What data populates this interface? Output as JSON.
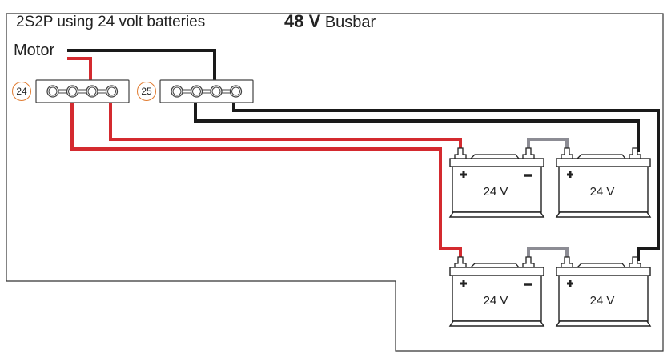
{
  "title": "2S2P using 24 volt batteries",
  "busbar_heading": {
    "voltage": "48 V",
    "label": "Busbar"
  },
  "motor_label": "Motor",
  "busbars": [
    {
      "id": "24",
      "terminals": 4
    },
    {
      "id": "25",
      "terminals": 4
    }
  ],
  "batteries": [
    {
      "label": "24 V",
      "positive": "+",
      "negative": "−",
      "show_negative": true
    },
    {
      "label": "24 V",
      "positive": "+",
      "negative": "−",
      "show_negative": false
    },
    {
      "label": "24 V",
      "positive": "+",
      "negative": "−",
      "show_negative": true
    },
    {
      "label": "24 V",
      "positive": "+",
      "negative": "−",
      "show_negative": false
    }
  ],
  "colors": {
    "positive_wire": "#d42a2f",
    "negative_wire": "#1a1a1a",
    "series_link": "#8c8c94",
    "badge_ring": "#e07a2e",
    "outline": "#333333"
  }
}
